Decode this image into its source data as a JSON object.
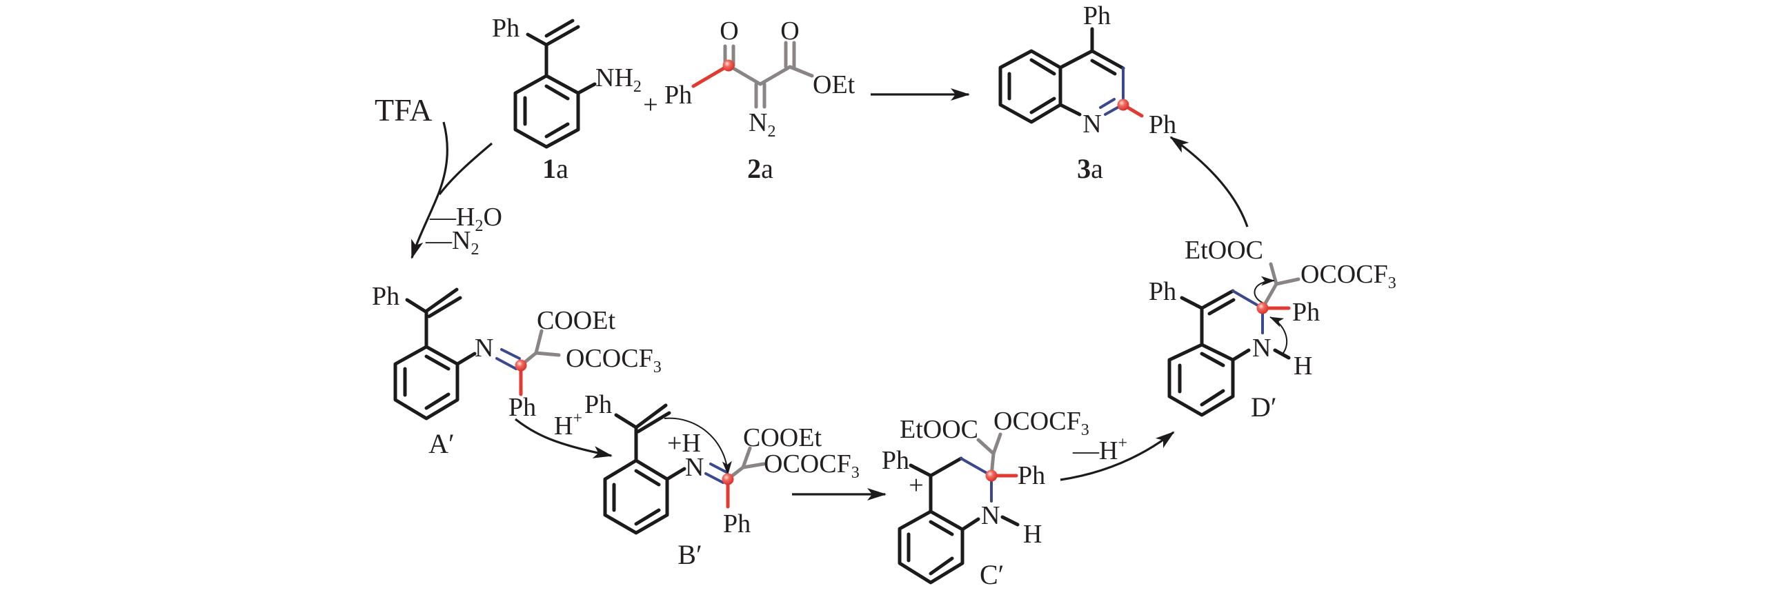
{
  "compounds": {
    "c1a": {
      "ph": "Ph",
      "nh": "NH",
      "nh_sub": "2",
      "num": "1",
      "suffix": "a"
    },
    "c2a": {
      "plus": "+",
      "ph": "Ph",
      "o1": "O",
      "o2": "O",
      "n": "N",
      "n_sub": "2",
      "oet": "OEt",
      "num": "2",
      "suffix": "a"
    },
    "c3a": {
      "ph_top": "Ph",
      "n": "N",
      "ph_right": "Ph",
      "num": "3",
      "suffix": "a"
    },
    "A": {
      "ph": "Ph",
      "n": "N",
      "cooet": "COOEt",
      "ococf": "OCOCF",
      "ococf_sub": "3",
      "ph2": "Ph",
      "label": "A′"
    },
    "B": {
      "ph": "Ph",
      "plus_h": "+H",
      "n": "N",
      "cooet": "COOEt",
      "ococf": "OCOCF",
      "ococf_sub": "3",
      "ph2": "Ph",
      "label": "B′"
    },
    "C": {
      "ph": "Ph",
      "plus": "+",
      "etooc": "EtOOC",
      "ococf": "OCOCF",
      "ococf_sub": "3",
      "ph2": "Ph",
      "n": "N",
      "h": "H",
      "label": "C′"
    },
    "D": {
      "ph": "Ph",
      "etooc": "EtOOC",
      "ococf": "OCOCF",
      "ococf_sub": "3",
      "ph2": "Ph",
      "n": "N",
      "h": "H",
      "label": "D′"
    }
  },
  "conditions": {
    "tfa": "TFA",
    "minus_h2o": {
      "pre": "—H",
      "sub": "2",
      "post": "O"
    },
    "minus_n2": {
      "pre": "—N",
      "sub": "2"
    },
    "h_plus": {
      "h": "H",
      "sup": "+"
    },
    "minus_h_plus": {
      "pre": "—H",
      "sup": "+"
    }
  },
  "colors": {
    "bond": "#1c1a1b",
    "retained_fragment": "#8a8485",
    "new_bond": "#3a4890",
    "tracked_bond": "#e23a30",
    "tracked_atom": "#e23a30"
  }
}
